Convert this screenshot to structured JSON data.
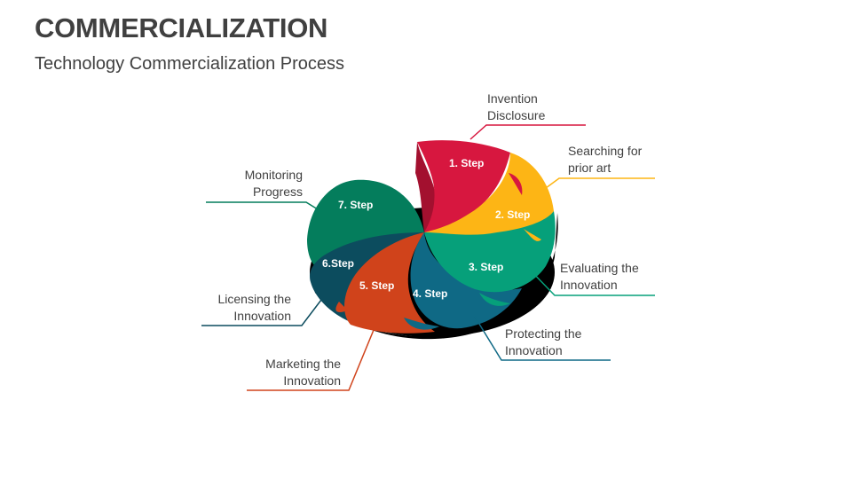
{
  "header": {
    "title": "COMMERCIALIZATION",
    "subtitle": "Technology Commercialization Process"
  },
  "colors": {
    "step1": "#D7173F",
    "step1_side": "#A3102F",
    "step2": "#FDB515",
    "step3": "#06A07A",
    "step4": "#0F6985",
    "step5": "#D0431B",
    "step6": "#0C4C5E",
    "step7": "#047D5C",
    "base": "#000000",
    "text": "#404040"
  },
  "steps": [
    {
      "badge": "1. Step",
      "label_line1": "Invention",
      "label_line2": "Disclosure",
      "color": "#D7173F"
    },
    {
      "badge": "2. Step",
      "label_line1": "Searching for",
      "label_line2": "prior art",
      "color": "#FDB515"
    },
    {
      "badge": "3. Step",
      "label_line1": "Evaluating the",
      "label_line2": "Innovation",
      "color": "#06A07A"
    },
    {
      "badge": "4. Step",
      "label_line1": "Protecting the",
      "label_line2": "Innovation",
      "color": "#0F6985"
    },
    {
      "badge": "5. Step",
      "label_line1": "Marketing the",
      "label_line2": "Innovation",
      "color": "#D0431B"
    },
    {
      "badge": "6.Step",
      "label_line1": "Licensing the",
      "label_line2": "Innovation",
      "color": "#0C4C5E"
    },
    {
      "badge": "7. Step",
      "label_line1": "Monitoring",
      "label_line2": "Progress",
      "color": "#047D5C"
    }
  ]
}
